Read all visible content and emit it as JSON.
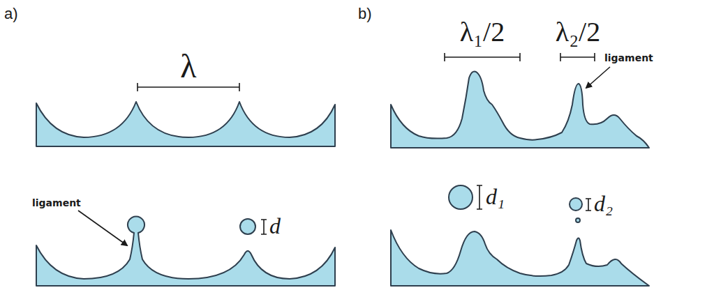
{
  "diagram": {
    "labels": [
      "a)",
      "λ",
      "ligament",
      "d",
      "b)",
      "λ₁/2",
      "λ₂/2",
      "ligament",
      "d₁",
      "d₂"
    ]
  }
}
